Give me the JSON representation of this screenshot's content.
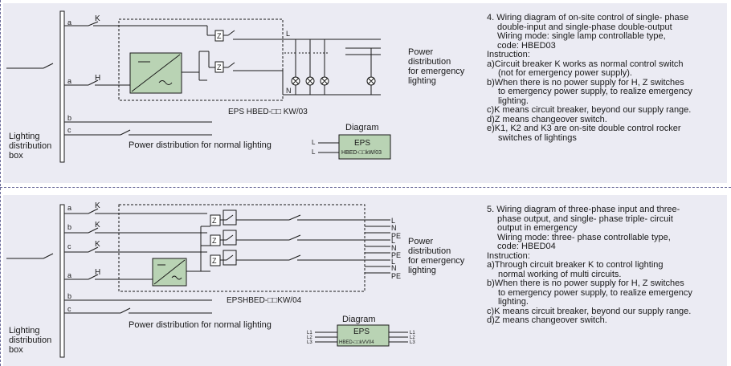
{
  "diagram1": {
    "bus_a": "a",
    "bus_h": "a",
    "bus_b": "b",
    "bus_c": "c",
    "k": "K",
    "h": "H",
    "z": "Z",
    "lighting_box": [
      "Lighting",
      "distribution",
      "box"
    ],
    "power_emergency": [
      "Power",
      "distribution",
      "for emergency",
      "lighting"
    ],
    "power_normal": "Power distribution for normal lighting",
    "eps_label": "EPS HBED-□□ KW/03",
    "diagram_title": "Diagram",
    "mini_eps": "EPS",
    "mini_code": "HBED-□□kW/03",
    "mini_l": "L",
    "terminal_l": "L",
    "terminal_n": "N",
    "description": [
      "4. Wiring diagram of on-site control of single- phase",
      "double-input and single-phase double-output",
      "Wiring mode: single lamp controllable type,",
      "code: HBED03",
      "Instruction:",
      "a)Circuit breaker K works as normal control switch",
      "(not for emergency power supply).",
      "b)When there is no power supply for H, Z switches",
      "to emergency power supply, to realize emergency",
      "lighting.",
      "c)K means circuit breaker, beyond our supply range.",
      "d)Z means changeover switch.",
      "e)K1, K2 and K3 are on-site double control rocker",
      "switches of lightings"
    ]
  },
  "diagram2": {
    "bus_a": "a",
    "bus_b": "b",
    "bus_c": "c",
    "bus_h": "a",
    "bus_b2": "b",
    "bus_c2": "c",
    "k": "K",
    "h": "H",
    "z": "Z",
    "lighting_box": [
      "Lighting",
      "distribution",
      "box"
    ],
    "power_emergency": [
      "Power",
      "distribution",
      "for emergency",
      "lighting"
    ],
    "power_normal": "Power distribution for normal lighting",
    "eps_label": "EPSHBED-□□KW/04",
    "diagram_title": "Diagram",
    "mini_eps": "EPS",
    "mini_code": "HBED-□□kVV04",
    "terminals": [
      "L",
      "N",
      "PE",
      "L",
      "N",
      "PE",
      "L",
      "N",
      "PE"
    ],
    "mini_left": [
      "L1",
      "L2",
      "L3"
    ],
    "mini_right": [
      "L1",
      "L2",
      "L3"
    ],
    "description": [
      "5. Wiring diagram of three-phase input and three-",
      "phase output, and single- phase triple- circuit",
      "output in emergency",
      "Wiring mode: three- phase controllable type,",
      "code: HBED04",
      "Instruction:",
      "a)Through circuit breaker K to control lighting",
      "normal working of multi circuits.",
      "b)When there is no power supply for H, Z switches",
      "to emergency power supply, to realize emergency",
      "lighting.",
      "c)K means circuit breaker, beyond our supply range.",
      "d)Z means changeover switch."
    ]
  },
  "colors": {
    "panel": "#ebebf3",
    "eps_box": "#b9d3b4",
    "dash": "#6b6b9a",
    "line": "#1a1a1a"
  }
}
